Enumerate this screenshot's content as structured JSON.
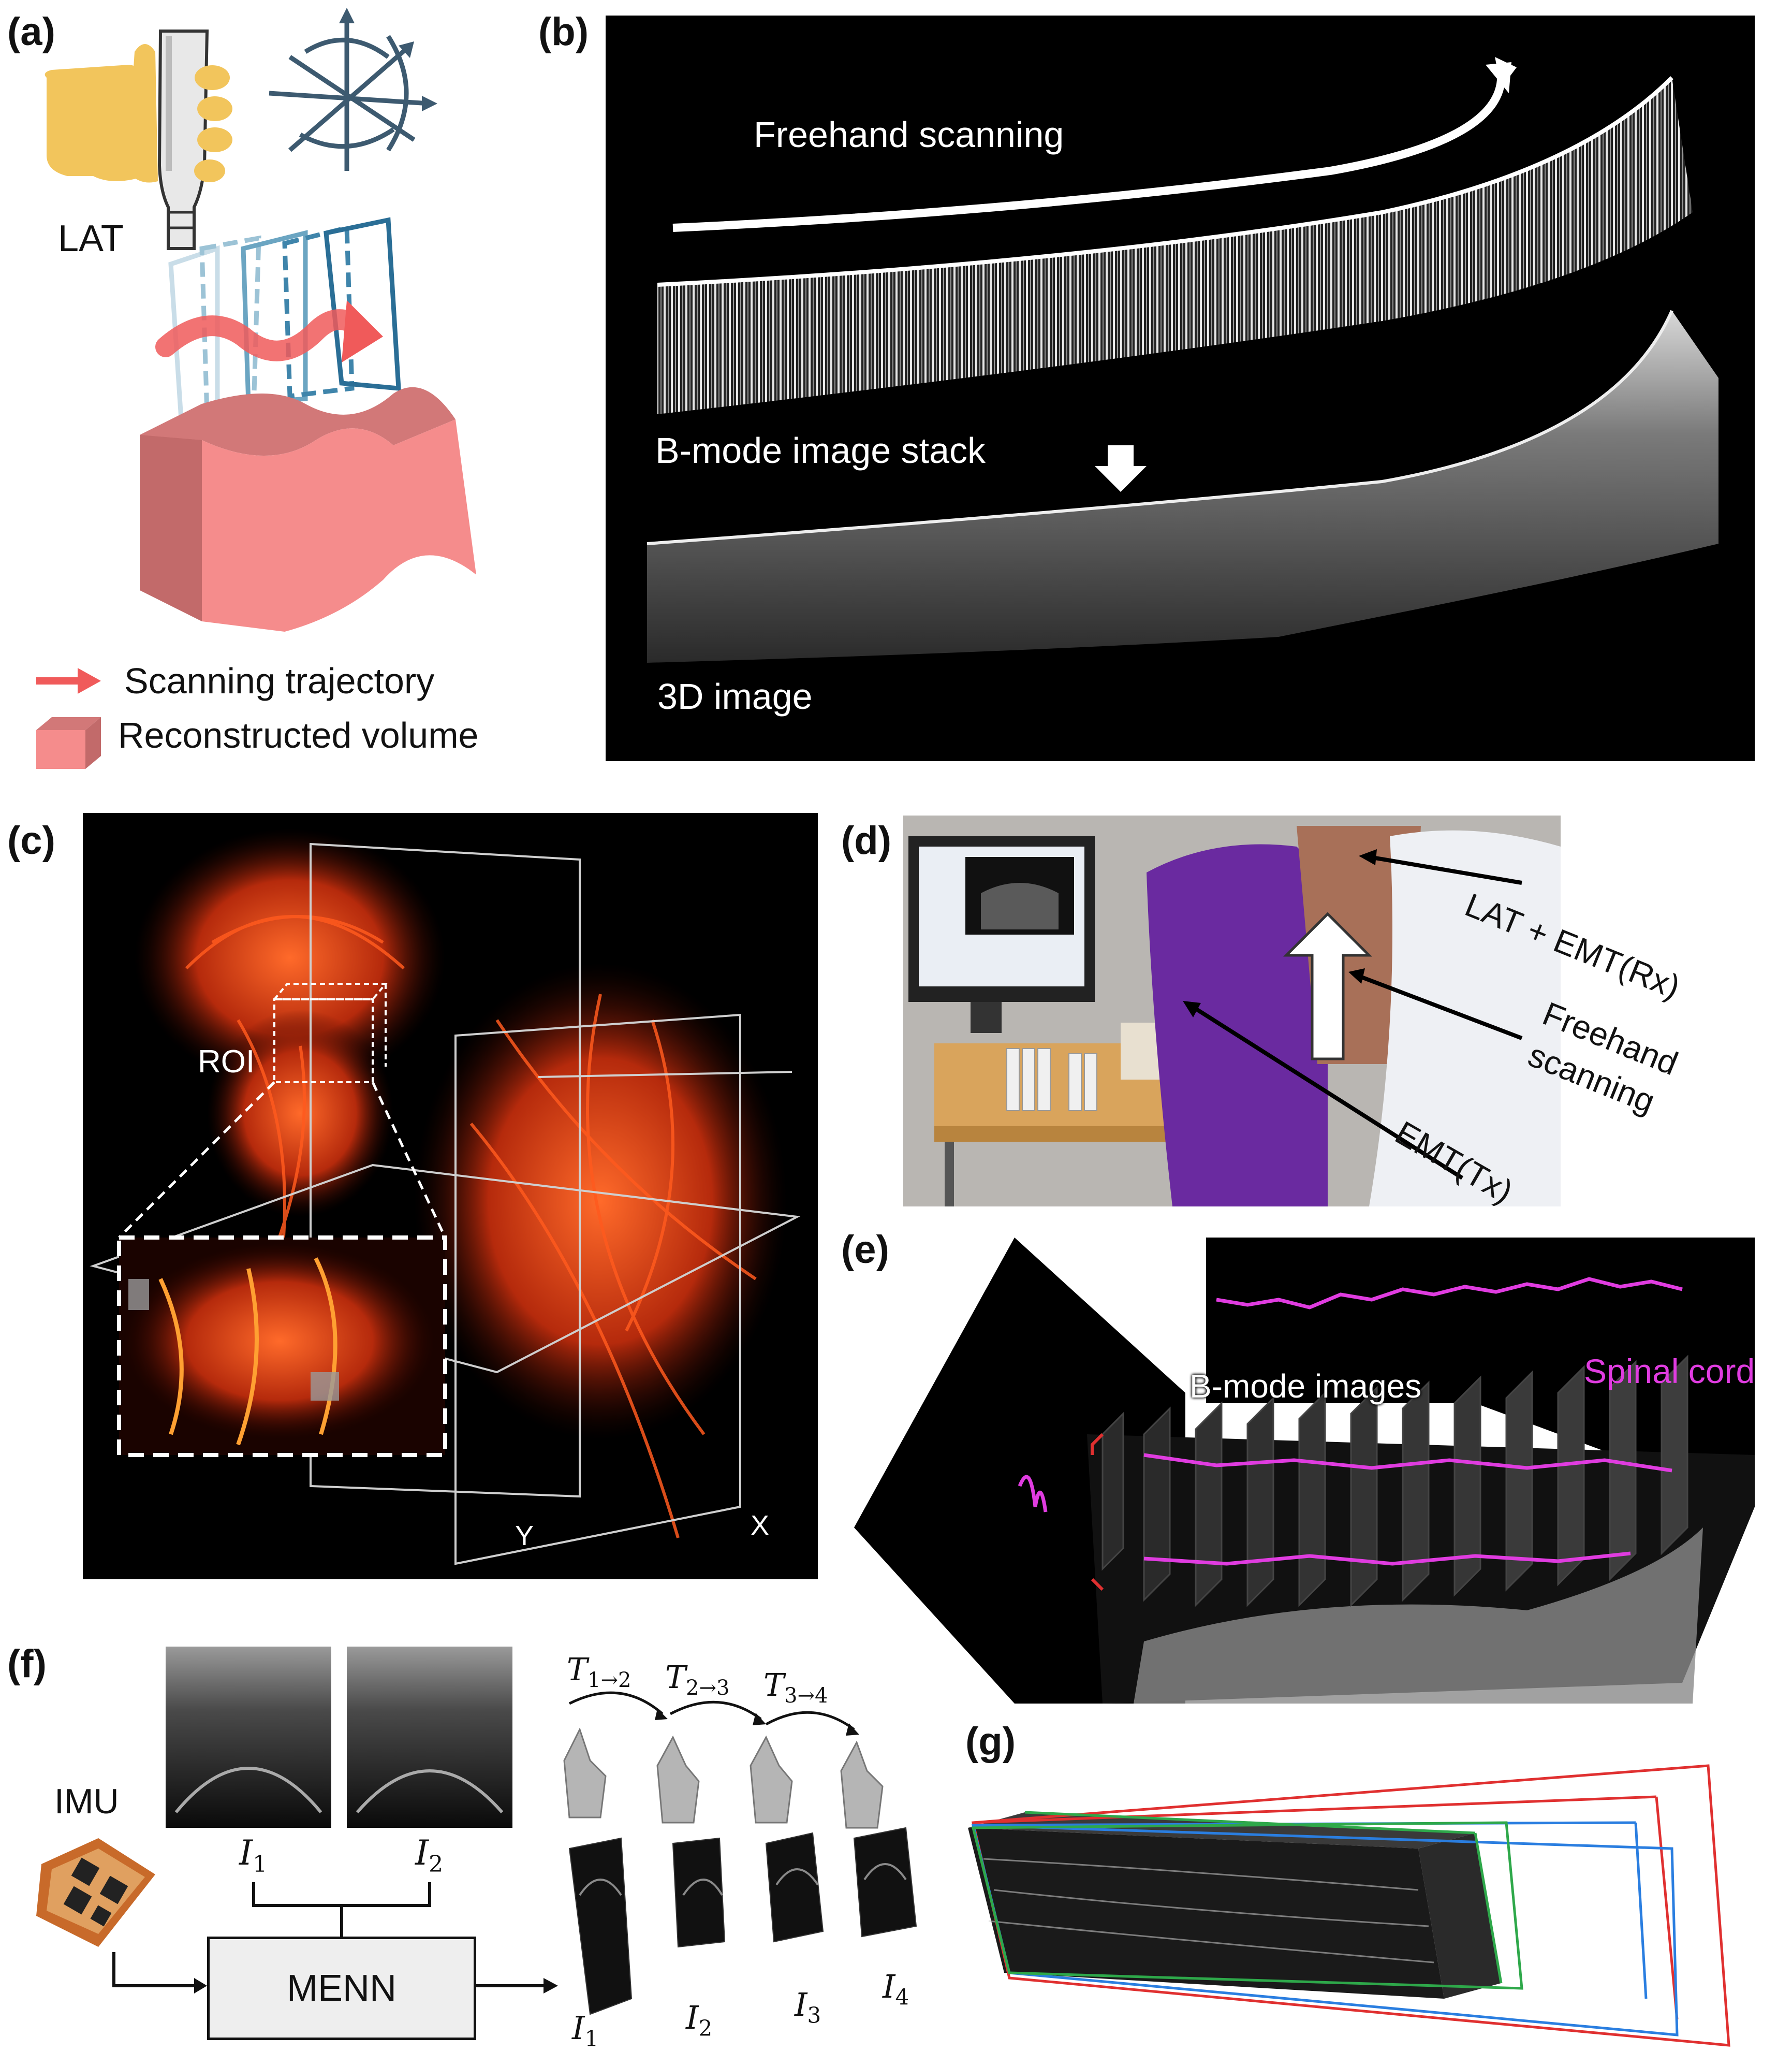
{
  "colors": {
    "accent_red": "#f05a5a",
    "volume_pink": "#f58c8c",
    "volume_dark": "#c26a6a",
    "hand_yellow": "#f2c55c",
    "plane_blue": "#2a6e96",
    "spinal_magenta": "#e03ce0",
    "vessel_red": "#e8451c"
  },
  "panels": {
    "a": {
      "label": "(a)",
      "probe_label": "LAT",
      "legend": [
        {
          "icon": "red-arrow-icon",
          "text": "Scanning trajectory"
        },
        {
          "icon": "pink-cube-icon",
          "text": "Reconstructed volume"
        }
      ]
    },
    "b": {
      "label": "(b)",
      "freehand": "Freehand scanning",
      "stack": "B-mode image stack",
      "image3d": "3D image"
    },
    "c": {
      "label": "(c)",
      "roi": "ROI",
      "axis_y": "Y",
      "axis_x": "X"
    },
    "d": {
      "label": "(d)",
      "lat_emt_rx": "LAT + EMT(Rx)",
      "freehand_line1": "Freehand",
      "freehand_line2": "scanning",
      "emt_tx": "EMT(Tx)"
    },
    "e": {
      "label": "(e)",
      "bmode": "B-mode images",
      "spinal": "Spinal cord"
    },
    "f": {
      "label": "(f)",
      "imu": "IMU",
      "menn": "MENN",
      "i1": "I",
      "i1_sub": "1",
      "i2": "I",
      "i2_sub": "2",
      "t12": "T",
      "t12_sub": "1→2",
      "t23": "T",
      "t23_sub": "2→3",
      "t34": "T",
      "t34_sub": "3→4",
      "r1": "I",
      "r1_sub": "1",
      "r2": "I",
      "r2_sub": "2",
      "r3": "I",
      "r3_sub": "3",
      "r4": "I",
      "r4_sub": "4"
    },
    "g": {
      "label": "(g)"
    }
  }
}
